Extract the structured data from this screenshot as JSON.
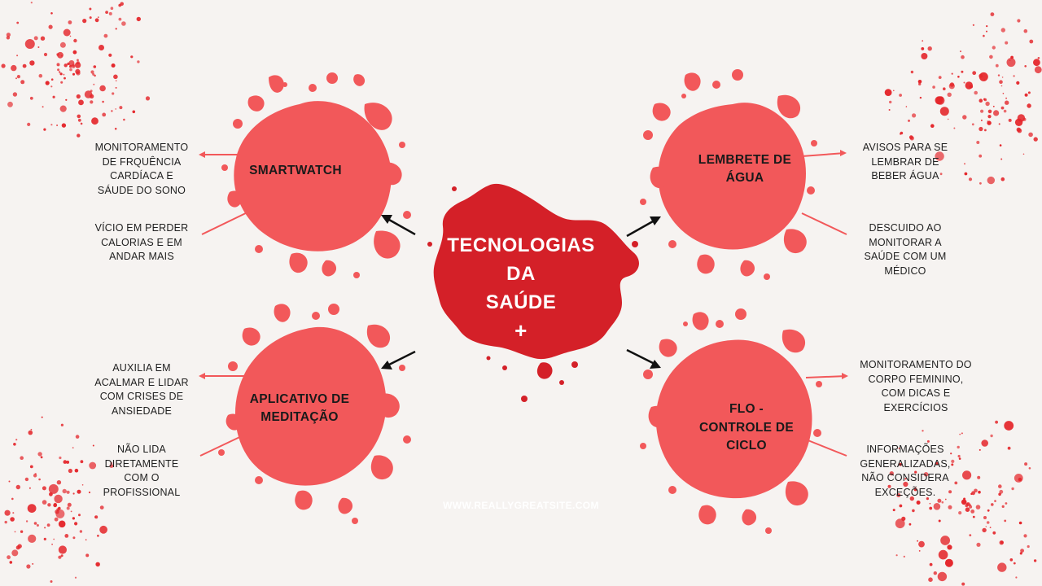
{
  "colors": {
    "background": "#f6f3f1",
    "center_blob": "#d42028",
    "node_blob": "#f2585a",
    "speckle": "#e4252a",
    "arrow": "#111111",
    "connector": "#f2585a"
  },
  "center": {
    "lines": [
      "TECNOLOGIAS",
      "DA",
      "SAÚDE"
    ],
    "symbol": "+"
  },
  "nodes": {
    "smartwatch": {
      "title_lines": [
        "SMARTWATCH"
      ],
      "notes": [
        [
          "MONITORAMENTO",
          "DE FRQUÊNCIA",
          "CARDÍACA E",
          "SÁUDE DO SONO"
        ],
        [
          "VÍCIO EM PERDER",
          "CALORIAS E EM",
          "ANDAR MAIS"
        ]
      ]
    },
    "lembrete": {
      "title_lines": [
        "LEMBRETE DE",
        "ÁGUA"
      ],
      "notes": [
        [
          "AVISOS PARA SE",
          "LEMBRAR DE",
          "BEBER ÁGUA"
        ],
        [
          "DESCUIDO AO",
          "MONITORAR A",
          "SAÚDE COM UM",
          "MÉDICO"
        ]
      ]
    },
    "meditacao": {
      "title_lines": [
        "APLICATIVO DE",
        "MEDITAÇÃO"
      ],
      "notes": [
        [
          "AUXILIA EM",
          "ACALMAR E LIDAR",
          "COM CRISES DE",
          "ANSIEDADE"
        ],
        [
          "NÃO LIDA",
          "DIRETAMENTE",
          "COM O",
          "PROFISSIONAL"
        ]
      ]
    },
    "flo": {
      "title_lines": [
        "FLO -",
        "CONTROLE DE",
        "CICLO"
      ],
      "notes": [
        [
          "MONITORAMENTO DO",
          "CORPO FEMININO,",
          "COM DICAS E",
          "EXERCÍCIOS"
        ],
        [
          "INFORMAÇÕES",
          "GENERALIZADAS,",
          "NÃO CONSIDERA",
          "EXCEÇÕES."
        ]
      ]
    }
  },
  "footer": "WWW.REALLYGREATSITE.COM"
}
